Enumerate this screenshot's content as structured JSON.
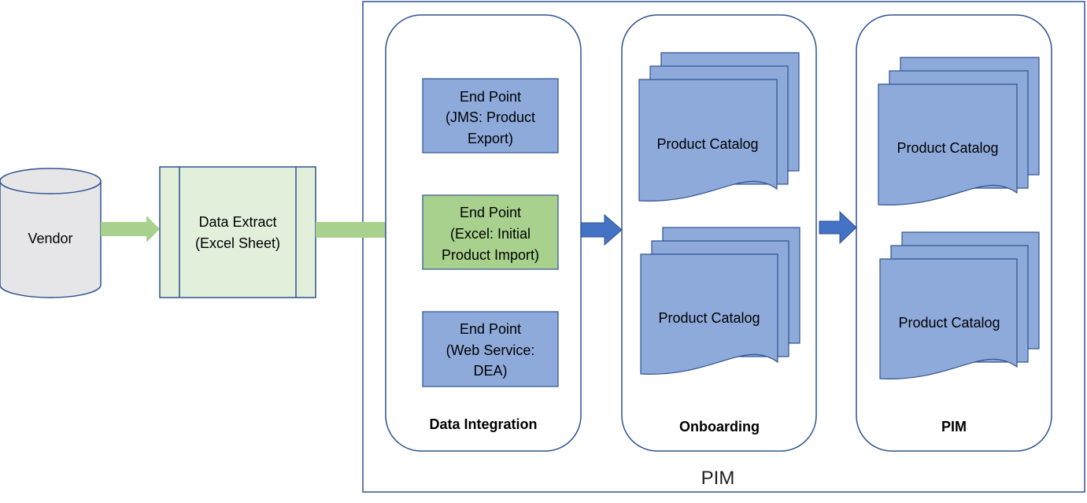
{
  "vendor": {
    "label": "Vendor"
  },
  "data_extract": {
    "line1": "Data Extract",
    "line2": "(Excel Sheet)"
  },
  "pim_outer": {
    "label": "PIM"
  },
  "data_integration": {
    "title": "Data Integration",
    "endpoints": [
      {
        "lines": [
          "End Point",
          "(JMS: Product",
          "Export)"
        ],
        "highlighted": false
      },
      {
        "lines": [
          "End Point",
          "(Excel: Initial",
          "Product Import)"
        ],
        "highlighted": true
      },
      {
        "lines": [
          "End Point",
          "(Web Service:",
          "DEA)"
        ],
        "highlighted": false
      }
    ]
  },
  "onboarding": {
    "title": "Onboarding",
    "documents": [
      "Product Catalog",
      "Product Catalog"
    ]
  },
  "pim_stage": {
    "title": "PIM",
    "documents": [
      "Product Catalog",
      "Product Catalog"
    ]
  },
  "colors": {
    "vendor_fill": "#e6e6e8",
    "extract_fill": "#e2efda",
    "endpoint_fill": "#8eaadb",
    "endpoint_highlight_fill": "#a9d18e",
    "document_fill": "#8eaadb",
    "border_blue": "#2f528f",
    "green_arrow": "#a9d18e",
    "blue_arrow": "#4472c4"
  }
}
